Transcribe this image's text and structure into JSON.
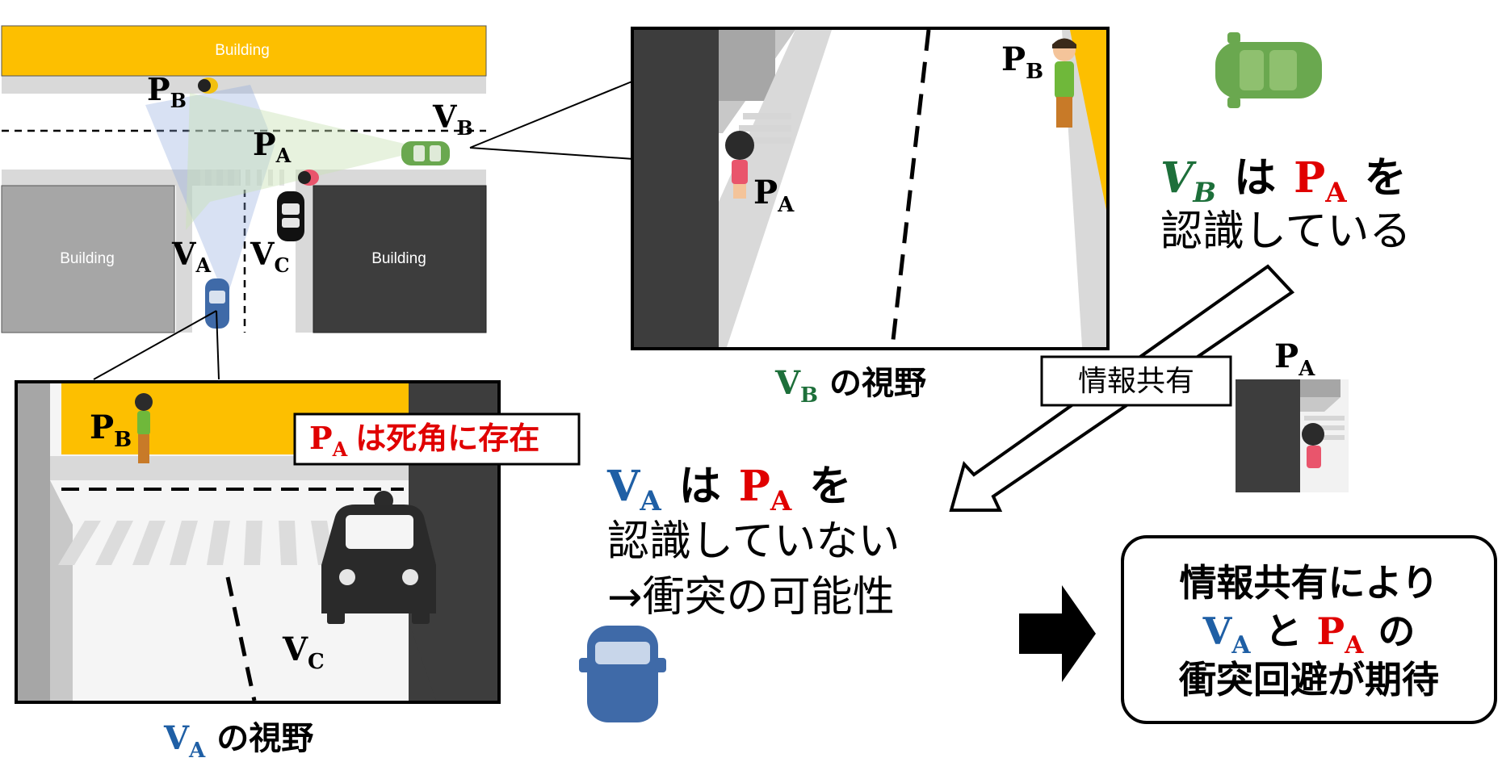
{
  "colors": {
    "building_yellow": "#fdbf00",
    "building_gray": "#a6a6a6",
    "building_dark": "#3d3d3d",
    "road_gray": "#d9d9d9",
    "va_blue": "#1f5fa5",
    "vb_green": "#1d6f3a",
    "pa_red": "#e00000",
    "car_green": "#6aa84f",
    "car_blue": "#3f6aa8"
  },
  "map": {
    "building_top": "Building",
    "building_left": "Building",
    "building_right": "Building",
    "labels": {
      "pb": "P",
      "pb_sub": "B",
      "pa": "P",
      "pa_sub": "A",
      "vb": "V",
      "vb_sub": "B",
      "va": "V",
      "va_sub": "A",
      "vc": "V",
      "vc_sub": "C"
    }
  },
  "va_view": {
    "pb": "P",
    "pb_sub": "B",
    "vc": "V",
    "vc_sub": "C",
    "blind_pa": "P",
    "blind_pa_sub": "A",
    "blind_text": "は死角に存在",
    "caption_v": "V",
    "caption_sub": "A",
    "caption_text": "の視野"
  },
  "vb_view": {
    "pb": "P",
    "pb_sub": "B",
    "pa": "P",
    "pa_sub": "A",
    "caption_v": "V",
    "caption_sub": "B",
    "caption_text": "の視野"
  },
  "vb_recognizes": {
    "v": "V",
    "v_sub": "B",
    "ha": "は",
    "p": "P",
    "p_sub": "A",
    "wo": "を",
    "line2": "認識している"
  },
  "info_share": {
    "label": "情報共有"
  },
  "pa_small": {
    "p": "P",
    "p_sub": "A"
  },
  "va_not": {
    "v": "V",
    "v_sub": "A",
    "ha": "は",
    "p": "P",
    "p_sub": "A",
    "wo": "を",
    "line2": "認識していない",
    "line3": "→衝突の可能性"
  },
  "result": {
    "line1": "情報共有により",
    "v": "V",
    "v_sub": "A",
    "to": "と",
    "p": "P",
    "p_sub": "A",
    "no": "の",
    "line3": "衝突回避が期待"
  }
}
